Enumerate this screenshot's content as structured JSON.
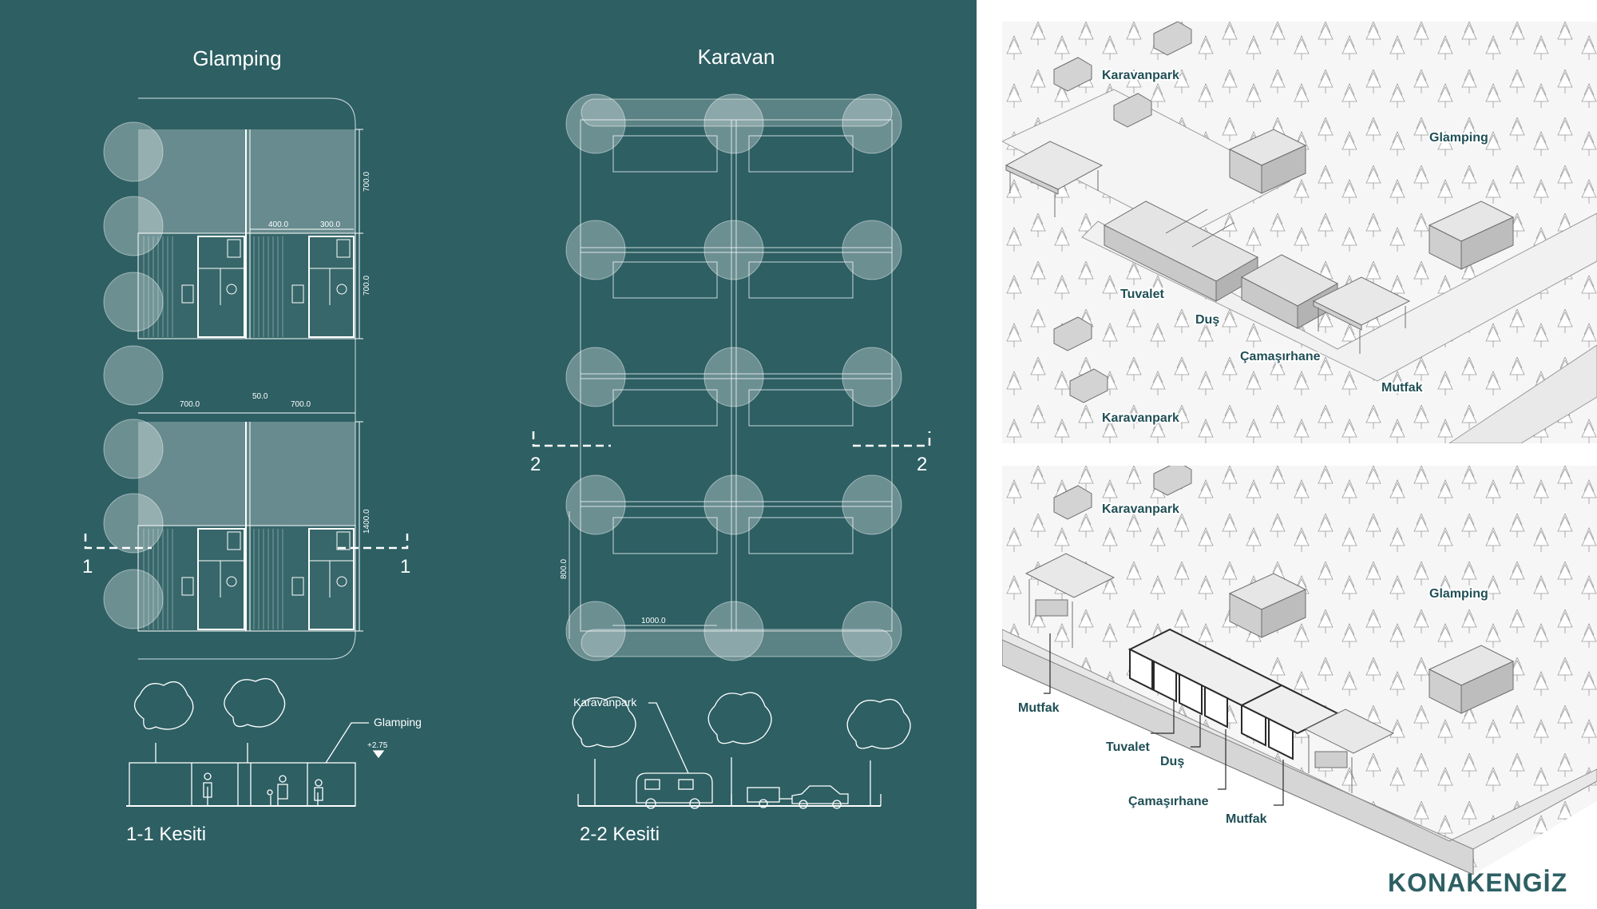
{
  "left": {
    "glamping_title": "Glamping",
    "karavan_title": "Karavan",
    "glamping_dims": {
      "d400": "400.0",
      "d300": "300.0",
      "d700_top": "700.0",
      "d700_mid": "700.0",
      "d700_a": "700.0",
      "d50": "50.0",
      "d700_b": "700.0",
      "d1400": "1400.0"
    },
    "karavan_dims": {
      "d800": "800.0",
      "d1000": "1000.0"
    },
    "cut1_left": "1",
    "cut1_right": "1",
    "cut2_left": "2",
    "cut2_right": "2",
    "section1_title": "1-1 Kesiti",
    "section1_label": "Glamping",
    "section1_level": "+2.75",
    "section2_title": "2-2 Kesiti",
    "section2_label": "Karavanpark"
  },
  "top_iso": {
    "karavanpark_top": "Karavanpark",
    "glamping": "Glamping",
    "tuvalet": "Tuvalet",
    "dus": "Duş",
    "camasirhane": "Çamaşırhane",
    "mutfak": "Mutfak",
    "karavanpark_bottom": "Karavanpark"
  },
  "bottom_iso": {
    "karavanpark": "Karavanpark",
    "glamping": "Glamping",
    "mutfak_left": "Mutfak",
    "tuvalet": "Tuvalet",
    "dus": "Duş",
    "camasirhane": "Çamaşırhane",
    "mutfak_right": "Mutfak"
  },
  "brand": "KONAKENGİZ",
  "colors": {
    "panel_bg": "#2d5f63",
    "label_color": "#1f4f55"
  }
}
